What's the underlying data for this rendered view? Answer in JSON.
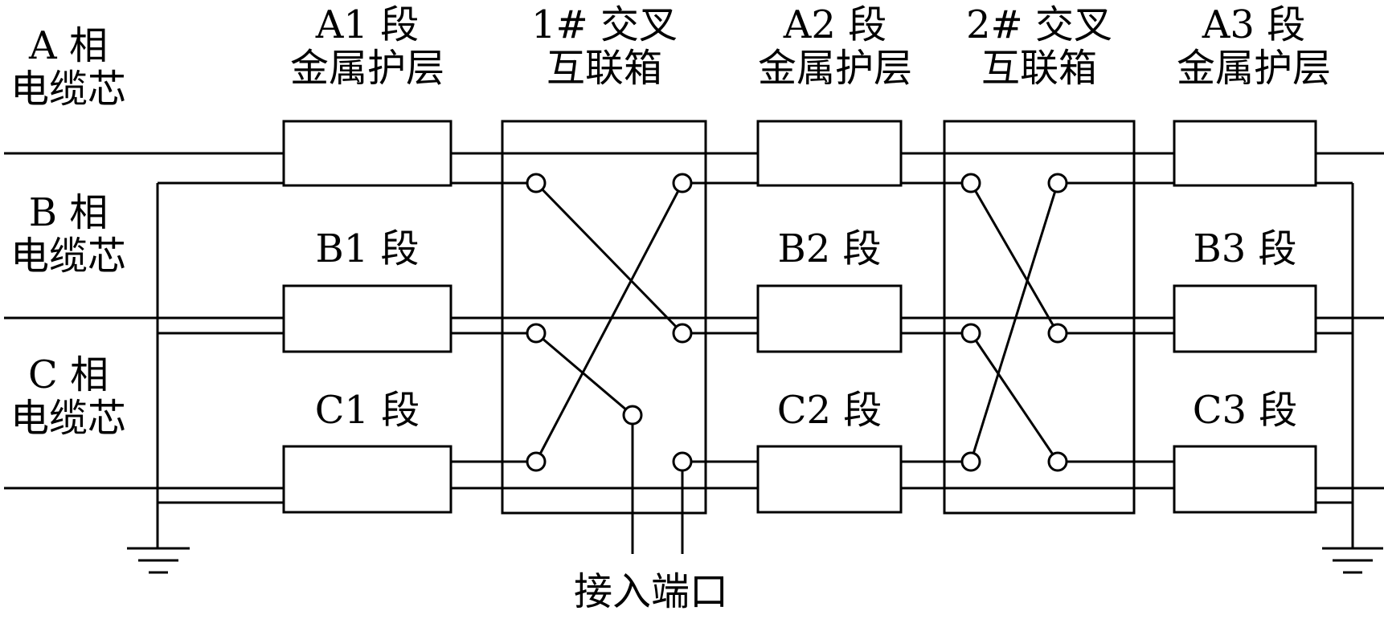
{
  "phase_labels": [
    {
      "line1": "A 相",
      "line2": "电缆芯"
    },
    {
      "line1": "B 相",
      "line2": "电缆芯"
    },
    {
      "line1": "C 相",
      "line2": "电缆芯"
    }
  ],
  "top_labels": [
    {
      "line1": "A1 段",
      "line2": "金属护层"
    },
    {
      "line1": "1# 交叉",
      "line2": "互联箱"
    },
    {
      "line1": "A2 段",
      "line2": "金属护层"
    },
    {
      "line1": "2# 交叉",
      "line2": "互联箱"
    },
    {
      "line1": "A3 段",
      "line2": "金属护层"
    }
  ],
  "segment_labels": {
    "b": [
      "B1 段",
      "B2 段",
      "B3 段"
    ],
    "c": [
      "C1 段",
      "C2 段",
      "C3 段"
    ]
  },
  "port_label": "接入端口",
  "colors": {
    "stroke": "#000000",
    "background": "#ffffff"
  }
}
